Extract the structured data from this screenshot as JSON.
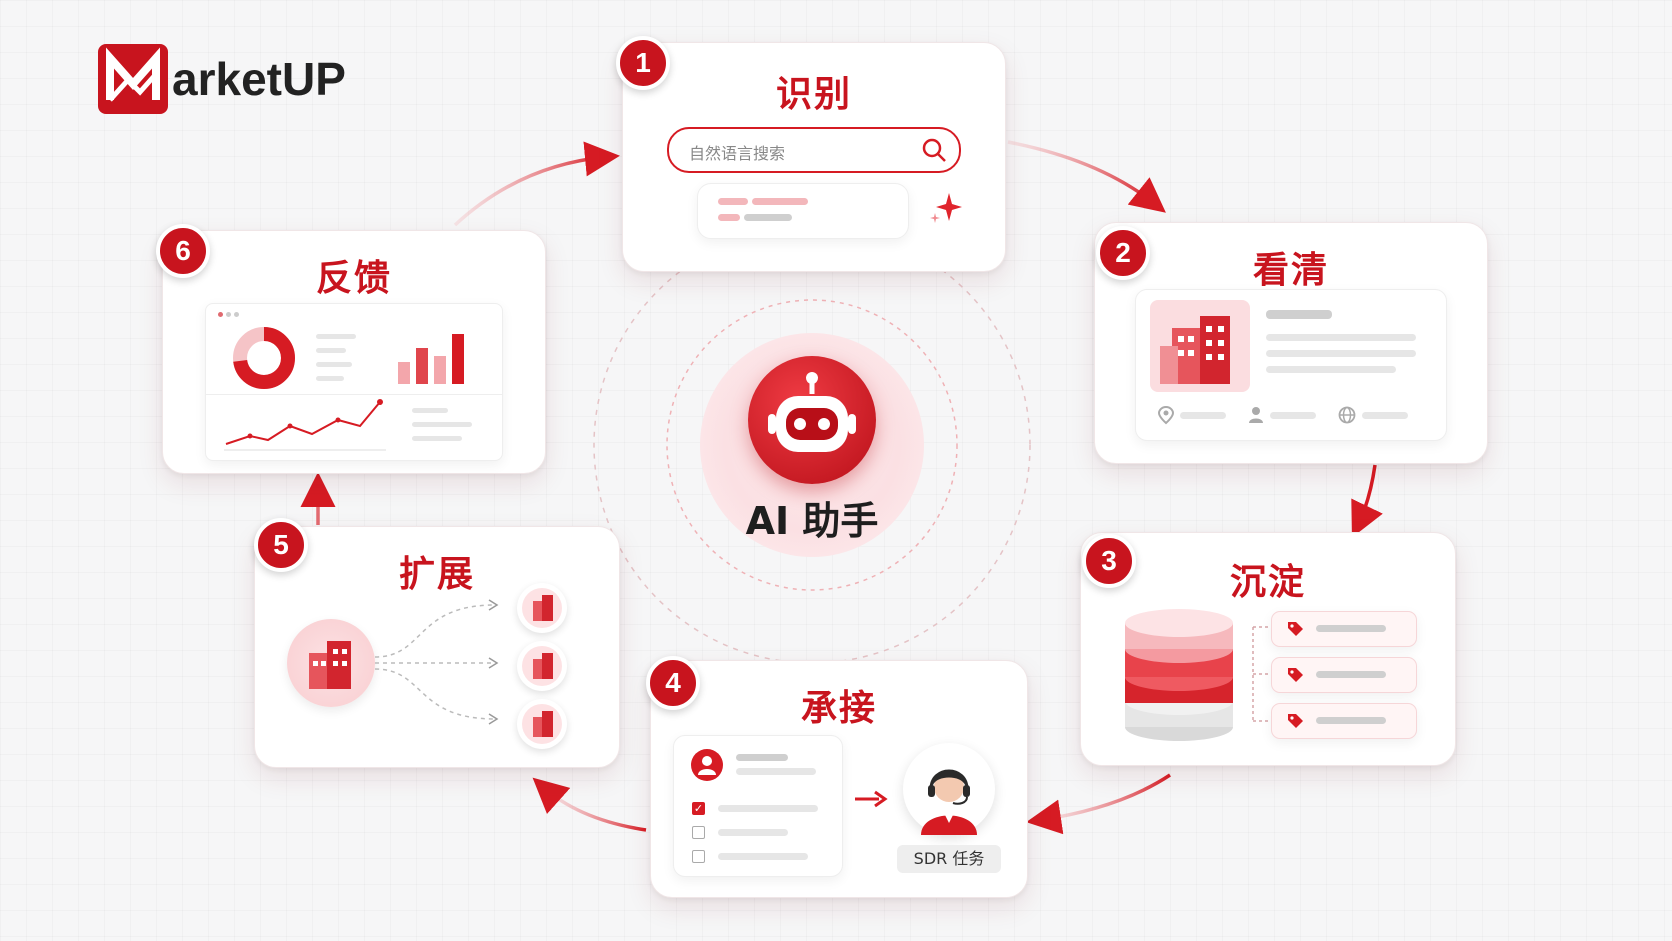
{
  "logo": {
    "letter": "M",
    "text": "arketUP"
  },
  "center": {
    "label": "AI 助手",
    "icon": "robot-icon"
  },
  "steps": [
    {
      "num": "1",
      "title": "识别",
      "search_placeholder": "自然语言搜索"
    },
    {
      "num": "2",
      "title": "看清"
    },
    {
      "num": "3",
      "title": "沉淀"
    },
    {
      "num": "4",
      "title": "承接",
      "task_label": "SDR 任务"
    },
    {
      "num": "5",
      "title": "扩展"
    },
    {
      "num": "6",
      "title": "反馈"
    }
  ],
  "colors": {
    "brand_red": "#c8141e",
    "light_red": "#f3b7bb"
  }
}
